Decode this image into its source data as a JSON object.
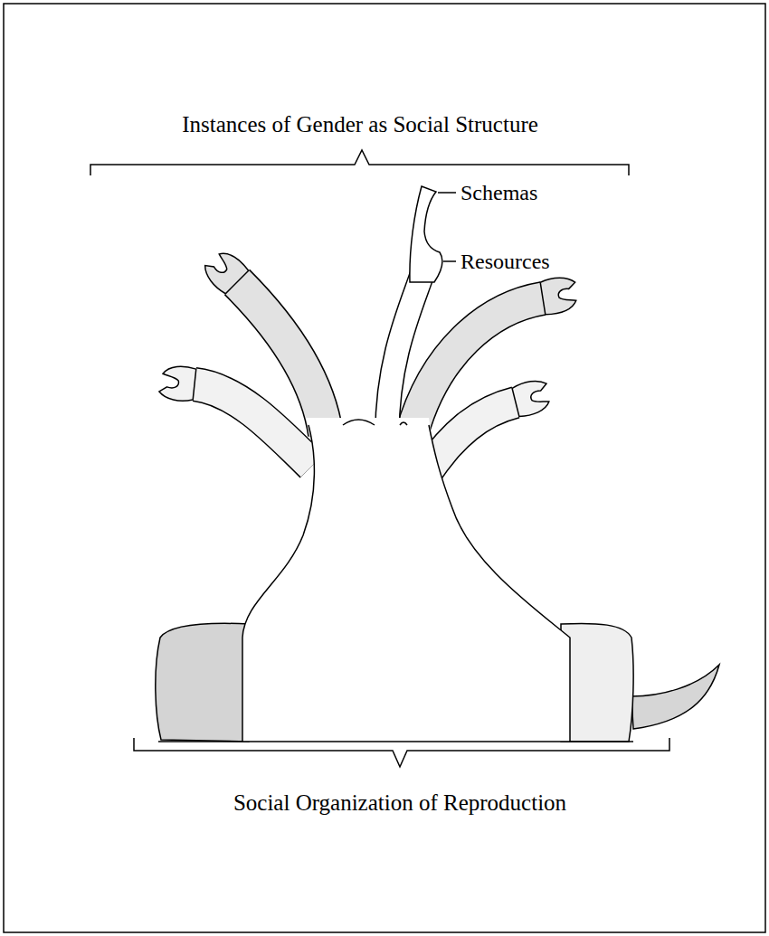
{
  "diagram": {
    "labels": [
      "Instances of Gender as Social Structure",
      "Schemas",
      "Resources",
      "Social Organization of Reproduction"
    ]
  }
}
